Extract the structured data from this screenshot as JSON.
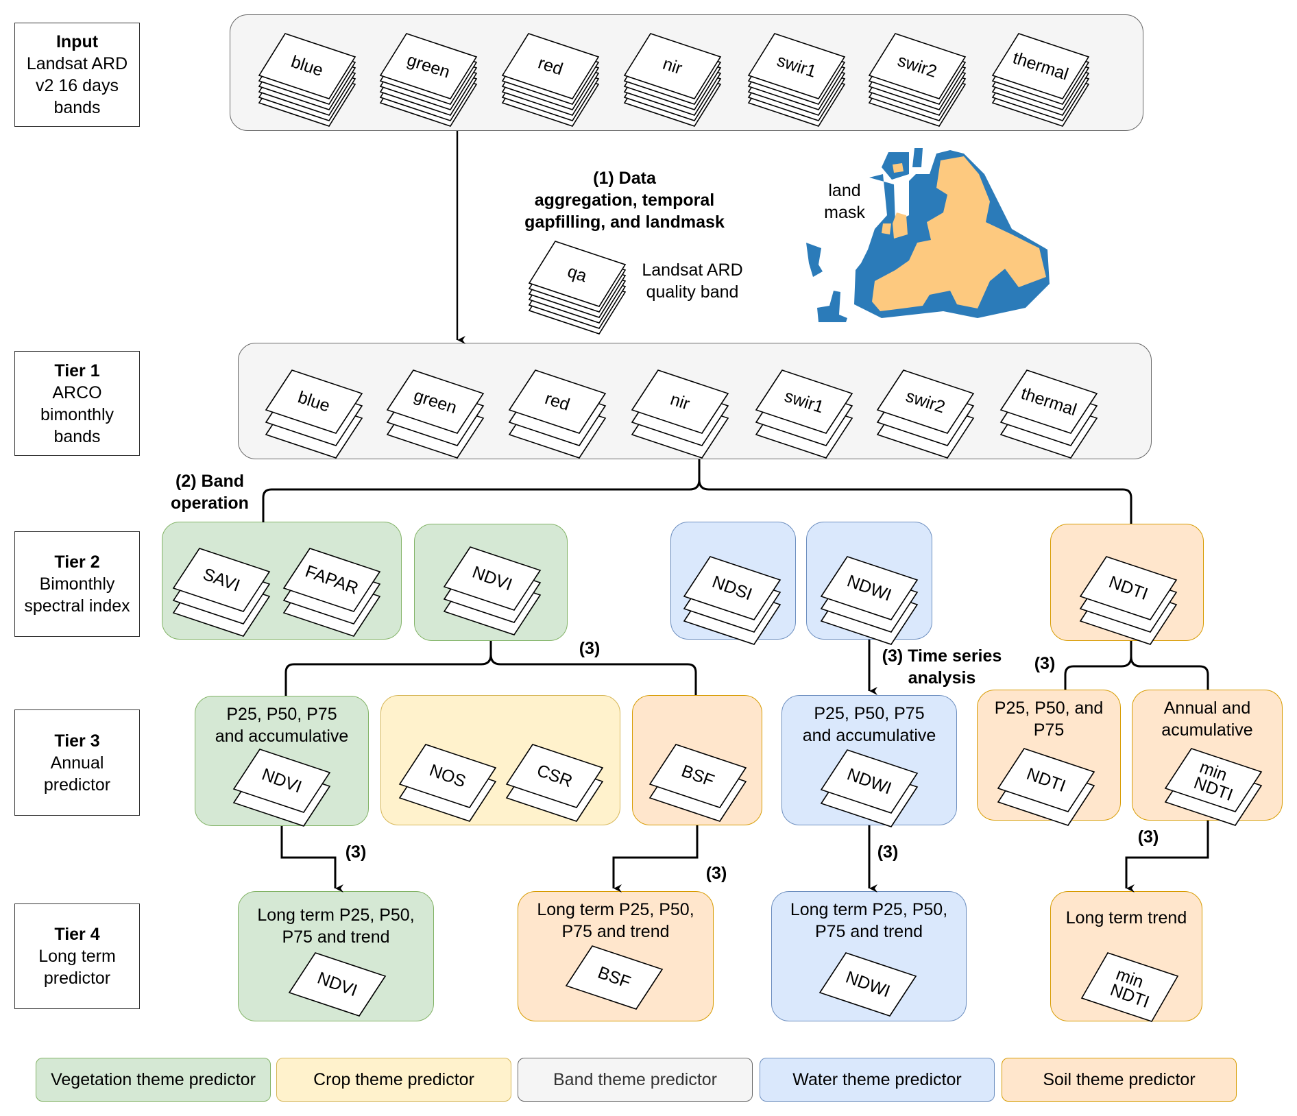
{
  "tiers": [
    {
      "title": "Input",
      "lines": [
        "Landsat ARD",
        "v2 16 days",
        "bands"
      ]
    },
    {
      "title": "Tier 1",
      "lines": [
        "ARCO",
        "bimonthly",
        "bands"
      ]
    },
    {
      "title": "Tier 2",
      "lines": [
        "Bimonthly",
        "spectral index"
      ]
    },
    {
      "title": "Tier 3",
      "lines": [
        "Annual",
        "predictor"
      ]
    },
    {
      "title": "Tier 4",
      "lines": [
        "Long term",
        "predictor"
      ]
    }
  ],
  "input_bands": [
    "blue",
    "green",
    "red",
    "nir",
    "swir1",
    "swir2",
    "thermal"
  ],
  "tier1_bands": [
    "blue",
    "green",
    "red",
    "nir",
    "swir1",
    "swir2",
    "thermal"
  ],
  "step1": {
    "lines": [
      "(1) Data",
      "aggregation, temporal",
      "gapfilling, and landmask"
    ],
    "qa_label": "qa",
    "qa_caption": [
      "Landsat ARD",
      "quality band"
    ],
    "land_mask_label": [
      "land",
      "mask"
    ],
    "map_colors": {
      "land": "#fdc97f",
      "mask": "#2b7bb9"
    }
  },
  "step2": {
    "lines": [
      "(2) Band",
      "operation"
    ]
  },
  "step3": {
    "label": "(3)",
    "time_series": [
      "(3) Time series",
      "analysis"
    ]
  },
  "tier2": {
    "savi": "SAVI",
    "fapar": "FAPAR",
    "ndvi": "NDVI",
    "ndsi": "NDSI",
    "ndwi": "NDWI",
    "ndti": "NDTI"
  },
  "tier3": {
    "ndvi_box": {
      "title": [
        "P25, P50, P75",
        "and accumulative"
      ],
      "layer": "NDVI"
    },
    "crop_box": {
      "layers": [
        "NOS",
        "CSR"
      ]
    },
    "bsf_box": {
      "layer": "BSF"
    },
    "ndwi_box": {
      "title": [
        "P25, P50, P75",
        "and accumulative"
      ],
      "layer": "NDWI"
    },
    "ndti_box": {
      "title": [
        "P25, P50, and",
        "P75"
      ],
      "layer": "NDTI"
    },
    "minndti_box": {
      "title": [
        "Annual and",
        "acumulative"
      ],
      "layer": [
        "min",
        "NDTI"
      ]
    }
  },
  "tier4": {
    "ndvi_box": {
      "title": [
        "Long term P25, P50,",
        "P75 and trend"
      ],
      "layer": "NDVI"
    },
    "bsf_box": {
      "title": [
        "Long term P25, P50,",
        "P75 and trend"
      ],
      "layer": "BSF"
    },
    "ndwi_box": {
      "title": [
        "Long term P25, P50,",
        "P75 and trend"
      ],
      "layer": "NDWI"
    },
    "ndti_box": {
      "title": [
        "Long term trend"
      ],
      "layer": [
        "min",
        "NDTI"
      ]
    }
  },
  "legend": [
    {
      "label": "Vegetation theme predictor",
      "fill": "#d5e8d4",
      "stroke": "#82b366",
      "text": "#000000"
    },
    {
      "label": "Crop theme predictor",
      "fill": "#fff2cc",
      "stroke": "#d6b656",
      "text": "#000000"
    },
    {
      "label": "Band theme predictor",
      "fill": "#f5f5f5",
      "stroke": "#666666",
      "text": "#333333"
    },
    {
      "label": "Water theme predictor",
      "fill": "#dae8fc",
      "stroke": "#6c8ebf",
      "text": "#000000"
    },
    {
      "label": "Soil theme predictor",
      "fill": "#ffe6cc",
      "stroke": "#d79b00",
      "text": "#000000"
    }
  ]
}
